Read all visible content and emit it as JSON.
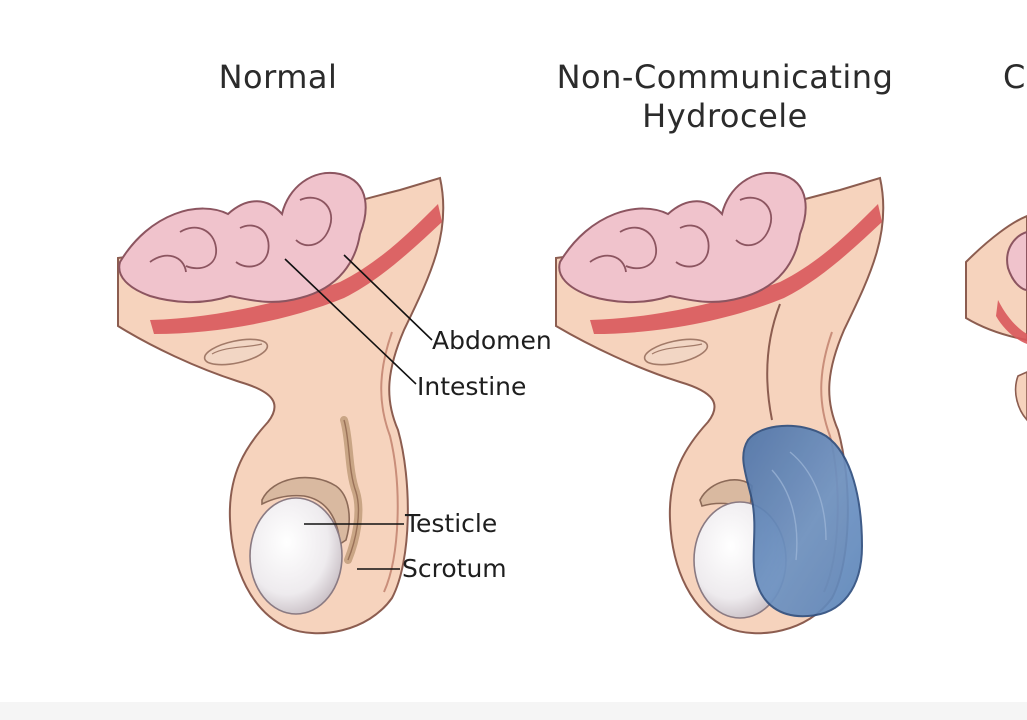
{
  "panels": [
    {
      "title": "Normal"
    },
    {
      "title_line1": "Non-Communicating",
      "title_line2": "Hydrocele"
    },
    {
      "title_partial": "C"
    }
  ],
  "labels": {
    "abdomen": "Abdomen",
    "intestine": "Intestine",
    "testicle": "Testicle",
    "scrotum": "Scrotum"
  },
  "colors": {
    "skin": "#f6d3bd",
    "tissue_red": "#d9585b",
    "intestine": "#f0c3cc",
    "testicle": "#eeebee",
    "epididymis": "#d9b9a0",
    "hydrocele_fluid": "#5e86b9",
    "outline": "#6a4a44",
    "leader_line": "#111111"
  }
}
